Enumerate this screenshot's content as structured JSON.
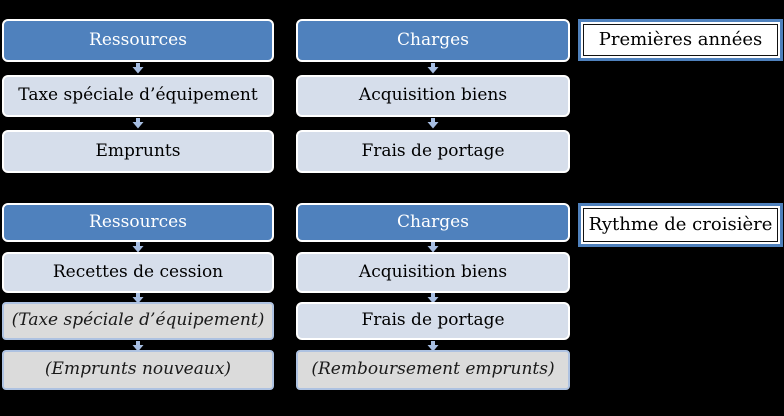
{
  "diagram": {
    "type": "flowchart",
    "background_color": "#000000",
    "colors": {
      "header_fill": "#4F81BD",
      "header_text": "#ffffff",
      "light_box_fill": "#D6DEEB",
      "gray_box_fill": "#DBDBDB",
      "gray_box_border": "#AEC2E1",
      "arrow": "#A7BEE2",
      "label_border": "#4F81BD",
      "label_fill": "#ffffff",
      "body_text": "#000000"
    },
    "icons": {
      "flow_arrow": "down-arrow-icon"
    }
  },
  "sections": [
    {
      "label": "Premières années",
      "columns": [
        {
          "header": "Ressources",
          "rows": [
            {
              "text": "Taxe spéciale d’équipement",
              "style": "light"
            },
            {
              "text": "Emprunts",
              "style": "light"
            }
          ]
        },
        {
          "header": "Charges",
          "rows": [
            {
              "text": "Acquisition biens",
              "style": "light"
            },
            {
              "text": "Frais de portage",
              "style": "light"
            }
          ]
        }
      ]
    },
    {
      "label": "Rythme de croisière",
      "columns": [
        {
          "header": "Ressources",
          "rows": [
            {
              "text": "Recettes de cession",
              "style": "light"
            },
            {
              "text": "(Taxe spéciale d’équipement)",
              "style": "gray-italic"
            },
            {
              "text": "(Emprunts nouveaux)",
              "style": "gray-italic"
            }
          ]
        },
        {
          "header": "Charges",
          "rows": [
            {
              "text": "Acquisition biens",
              "style": "light"
            },
            {
              "text": "Frais de portage",
              "style": "light"
            },
            {
              "text": "(Remboursement emprunts)",
              "style": "gray-italic"
            }
          ]
        }
      ]
    }
  ]
}
